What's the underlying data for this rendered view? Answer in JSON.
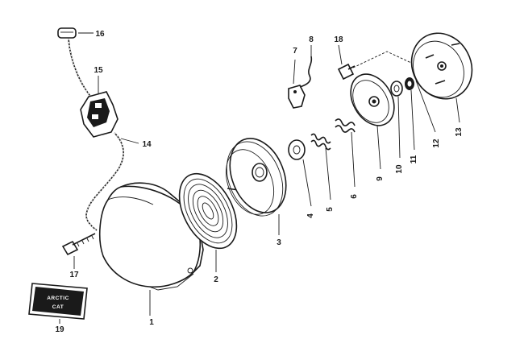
{
  "callouts": [
    "1",
    "2",
    "3",
    "4",
    "5",
    "6",
    "7",
    "8",
    "9",
    "10",
    "11",
    "12",
    "13",
    "14",
    "15",
    "16",
    "17",
    "18",
    "19"
  ],
  "decal": {
    "line1": "ARCTIC",
    "line2": "CAT"
  },
  "colors": {
    "ink": "#1a1a1a",
    "paper": "#ffffff"
  }
}
